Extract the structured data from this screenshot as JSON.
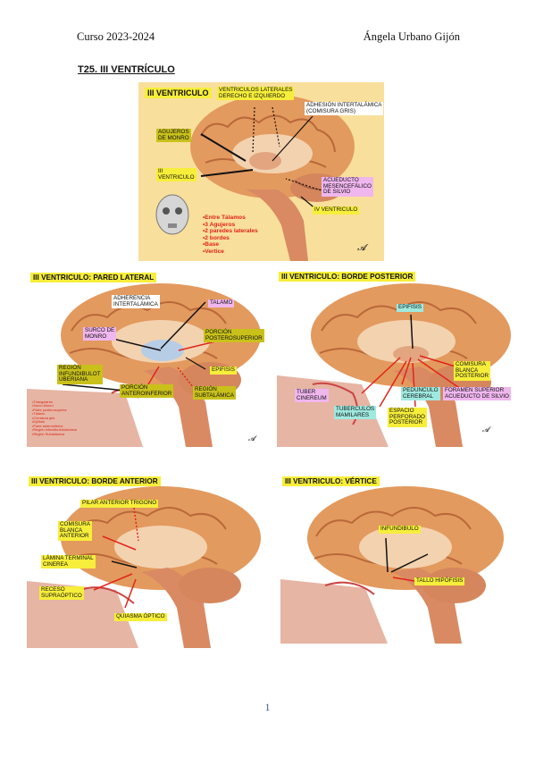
{
  "header": {
    "left": "Curso 2023-2024",
    "right": "Ángela Urbano Gijón"
  },
  "title": "T25. III VENTRÍCULO",
  "fig1": {
    "title": "III VENTRICULO",
    "labels": {
      "lateral": "VENTRICULOS LATERALES\nDERECHO E IZQUIERDO",
      "adhesion": "ADHESIÓN INTERTALÁMICA\n(COMISURA GRIS)",
      "monro": "AGUJEROS\nDE MONRO",
      "tercer": "III\nVENTRICULO",
      "acueducto": "ACUEDUCTO\nMESENCEFÁLICO\nDE SILVIO",
      "cuarto": "IV  VENTRICULO"
    },
    "list": [
      "•Entre Tálamos",
      "•3 Agujeros",
      "•2 paredes laterales",
      "•2 bordes",
      "•Base",
      "•Vertice"
    ]
  },
  "fig2": {
    "title": "III VENTRICULO: PARED LATERAL",
    "labels": {
      "adherencia": "ADHERENCIA\nINTERTALÁMICA",
      "talamo": "TALAMO",
      "surco": "SURCO DE\nMONRO",
      "posterosup": "PORCIÓN\nPOSTEROSUPERIOR",
      "infundibulo": "REGIÓN\nINFUNDIBULOT\nUBERIANA",
      "epifisis": "EPIFISIS",
      "anteroinf": "PORCIÓN\nANTEROINFERIOR",
      "subtalamica": "REGIÓN\nSUBTALÁMICA"
    },
    "list": [
      "•Triangulares",
      "•Surco Monro",
      "  •Parte posterosuperior",
      "    •Tálamo",
      "    •Comisura gris",
      "    •Epífisis",
      "  •Parte anteroinferior",
      "    •Región infundibulotuberiana",
      "    •Región Subtalámica"
    ]
  },
  "fig3": {
    "title": "III VENTRICULO: BORDE  POSTERIOR",
    "labels": {
      "epifisis": "EPIFISIS",
      "comisura": "COMISURA\nBLANCA\nPOSTERIOR",
      "tuber": "TUBER\nCINEREUM",
      "pedunculo": "PEDUNCULO\nCEREBRAL",
      "foramen": "FORAMEN SUPERIOR\nACUEDUCTO DE SILVIO",
      "tuberculos": "TUBERCULOS\nMAMILARES",
      "espacio": "ESPACIO\nPERFORADO\nPOSTERIOR"
    }
  },
  "fig4": {
    "title": "III VENTRICULO: BORDE  ANTERIOR",
    "labels": {
      "pilar": "PILAR ANTERIOR TRIGONO",
      "comisura": "COMISURA\nBLANCA\nANTERIOR",
      "lamina": "LÁMINA TERMINAL\nCINEREA",
      "receso": "RECESO\nSUPRAÓPTICO",
      "quiasma": "QUIASMA ÓPTICO"
    }
  },
  "fig5": {
    "title": "III VENTRICULO: VÉRTICE",
    "labels": {
      "infundibulo": "INFUNDIBULO",
      "tallo": "TALLO HIPÓFISIS"
    }
  },
  "page_number": "1",
  "colors": {
    "label_yellow": "#f6ee3a",
    "label_olive": "#c9c11a",
    "label_pink": "#f0b6ee",
    "label_cyan": "#9fe9df",
    "list_red": "#e0241b"
  }
}
